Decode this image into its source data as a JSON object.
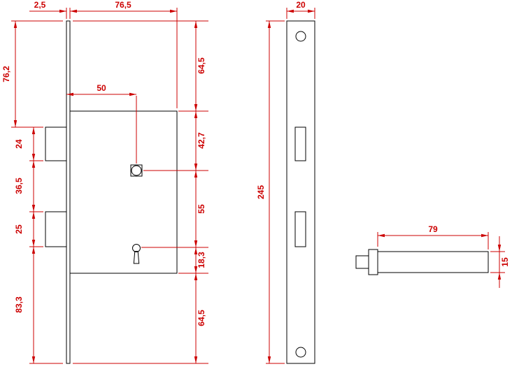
{
  "drawing": {
    "colors": {
      "geometry": "#000000",
      "dimensions": "#cc0000",
      "background": "#ffffff"
    },
    "dims": {
      "faceplate_thickness": "2,5",
      "case_width": "76,5",
      "top_to_latch": "76,2",
      "latch_height": "24",
      "latch_to_deadbolt_gap": "36,5",
      "deadbolt_height": "25",
      "deadbolt_to_plate_end": "83,3",
      "backset": "50",
      "plate_top_to_case": "64,5",
      "case_to_follower": "42,7",
      "follower_to_keyhole": "55",
      "keyhole_to_case_bottom": "18,3",
      "case_bottom_to_plate_end": "64,5",
      "plate_width": "20",
      "plate_length": "245",
      "bolt_length": "79",
      "bolt_height": "15"
    }
  }
}
